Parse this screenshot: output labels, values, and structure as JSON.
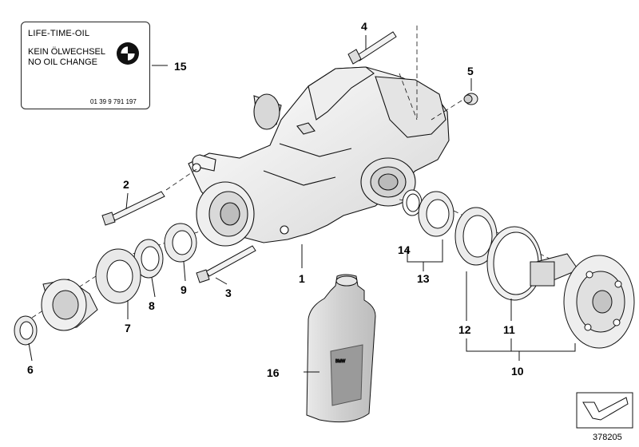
{
  "label_box": {
    "line1": "LIFE-TIME-OIL",
    "line2": "KEIN ÖLWECHSEL",
    "line3": "NO OIL CHANGE",
    "part_no": "01 39 9 791 197",
    "logo_icon": "bmw-roundel-icon"
  },
  "callouts": {
    "c1": "1",
    "c2": "2",
    "c3": "3",
    "c4": "4",
    "c5": "5",
    "c6": "6",
    "c7": "7",
    "c8": "8",
    "c9": "9",
    "c10": "10",
    "c11": "11",
    "c12": "12",
    "c13": "13",
    "c14": "14",
    "c15": "15",
    "c16": "16"
  },
  "bottle_label": "BMW",
  "reference_id": "378205",
  "colors": {
    "line": "#111111",
    "part_fill": "#f2f2f2",
    "shade": "#cfcfcf",
    "bottle": "#d9d9d9"
  }
}
